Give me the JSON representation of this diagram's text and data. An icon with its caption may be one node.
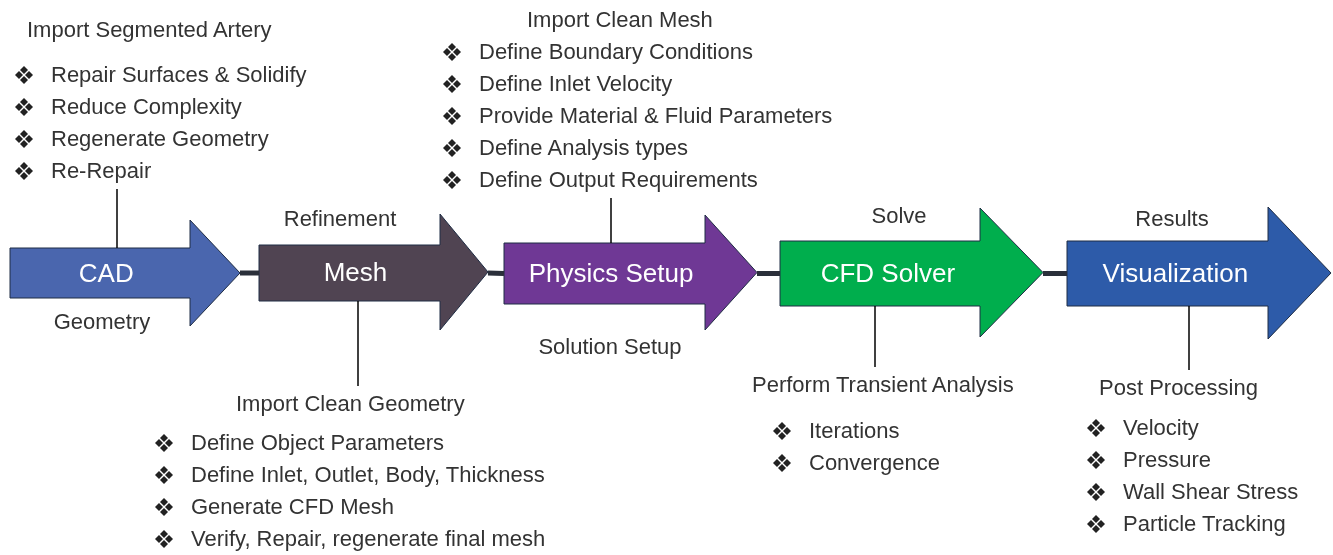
{
  "diagram": {
    "nodes": [
      {
        "text": [
          "CAD"
        ],
        "beside": [
          "Geometry"
        ]
      },
      {
        "text": [
          "Mesh"
        ],
        "beside": [
          "Refinement"
        ]
      },
      {
        "text": [
          "Physics Setup"
        ],
        "beside": [
          "Solution Setup"
        ]
      },
      {
        "text": [
          "CFD Solver"
        ],
        "beside": [
          "Solve"
        ]
      },
      {
        "text": [
          "Visualization"
        ],
        "beside": [
          "Results"
        ]
      },
      {
        "text": [
          "Import Segmented Artery",
          "Repair Surfaces & Solidify",
          "Reduce Complexity",
          "Regenerate Geometry",
          "Re-Repair"
        ]
      },
      {
        "text": [
          "Import Clean Geometry",
          "Define Object Parameters",
          "Define Inlet, Outlet, Body, Thickness",
          "Generate CFD Mesh",
          "Verify, Repair, regenerate final mesh"
        ]
      },
      {
        "text": [
          "Import Clean Mesh",
          "Define Boundary Conditions",
          "Define Inlet Velocity",
          "Provide Material & Fluid Parameters",
          "Define Analysis types",
          "Define Output Requirements"
        ]
      },
      {
        "text": [
          "Perform Transient Analysis",
          "Iterations",
          "Convergence"
        ]
      },
      {
        "text": [
          "Post Processing",
          "Velocity",
          "Pressure",
          "Wall Shear Stress",
          "Particle Tracking"
        ]
      }
    ],
    "edges": [
      {
        "from": 0,
        "to": 1,
        "arrow": "none",
        "style": "thick"
      },
      {
        "from": 1,
        "to": 2,
        "arrow": "none",
        "style": "thick"
      },
      {
        "from": 2,
        "to": 3,
        "arrow": "none",
        "style": "thick"
      },
      {
        "from": 3,
        "to": 4,
        "arrow": "none",
        "style": "thick"
      },
      {
        "from": 5,
        "to": 0,
        "arrow": "none"
      },
      {
        "from": 6,
        "to": 1,
        "arrow": "none"
      },
      {
        "from": 7,
        "to": 2,
        "arrow": "none"
      },
      {
        "from": 8,
        "to": 3,
        "arrow": "none"
      },
      {
        "from": 9,
        "to": 4,
        "arrow": "none"
      }
    ]
  }
}
